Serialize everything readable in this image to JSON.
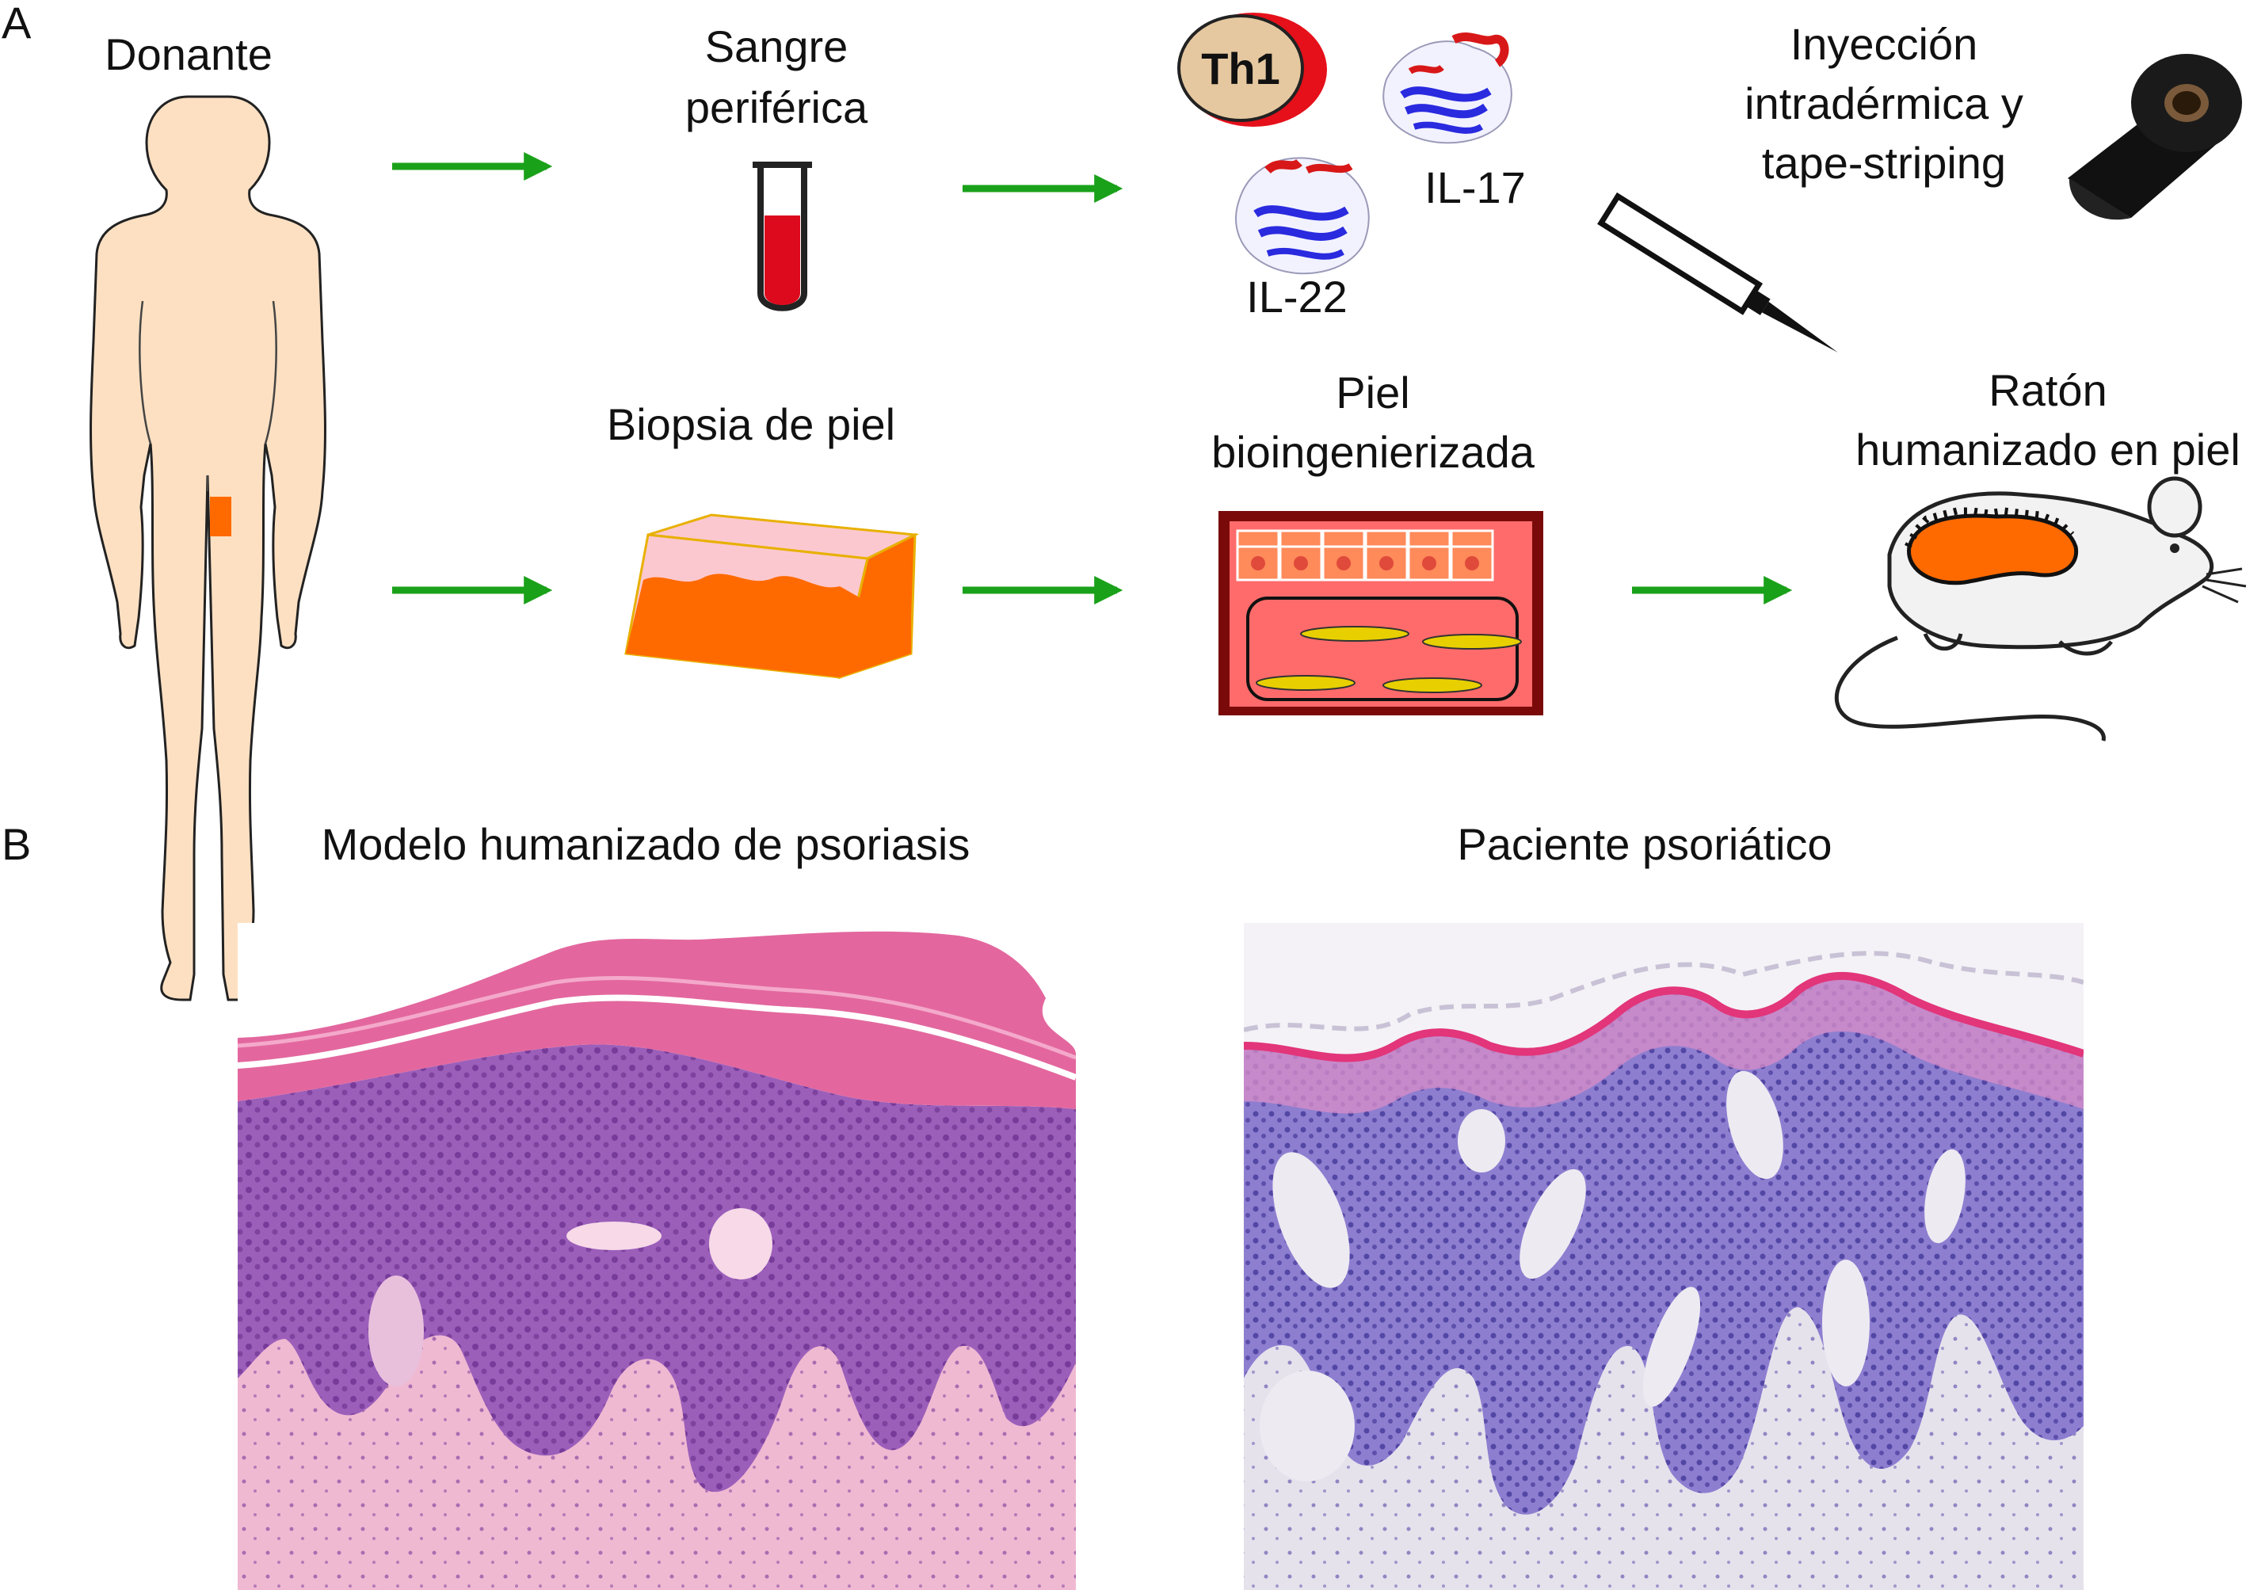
{
  "panel_a": {
    "letter": "A",
    "donor_label": "Donante",
    "blood_label_line1": "Sangre",
    "blood_label_line2": "periférica",
    "th1_label": "Th1",
    "il17_label": "IL-17",
    "il22_label": "IL-22",
    "injection_line1": "Inyección",
    "injection_line2": "intradérmica y",
    "injection_line3": "tape-striping",
    "biopsy_label": "Biopsia de piel",
    "bioeng_line1": "Piel",
    "bioeng_line2": "bioingenierizada",
    "mouse_line1": "Ratón",
    "mouse_line2": "humanizado en piel"
  },
  "panel_b": {
    "letter": "B",
    "left_title": "Modelo humanizado de psoriasis",
    "right_title": "Paciente psoriático"
  },
  "colors": {
    "arrow": "#1aa11a",
    "skin_body": "#fde0c2",
    "biopsy_orange": "#ff6a00",
    "blood_red": "#dd0a1e",
    "ribbon_red": "#d81818",
    "ribbon_blue": "#2a2adf",
    "th1_fill": "#e6c8a0",
    "th1_ring": "#e5101a",
    "tissue_left_pink": "#e89ac4",
    "tissue_left_purple": "#8a4aa6",
    "tissue_right_pink": "#d88ec8",
    "tissue_right_blue": "#7a6ec0"
  },
  "icons": [
    "human-silhouette-icon",
    "test-tube-icon",
    "th1-cell-icon",
    "protein-icon",
    "syringe-icon",
    "tape-roll-icon",
    "skin-block-icon",
    "bioengineered-skin-icon",
    "mouse-icon"
  ]
}
